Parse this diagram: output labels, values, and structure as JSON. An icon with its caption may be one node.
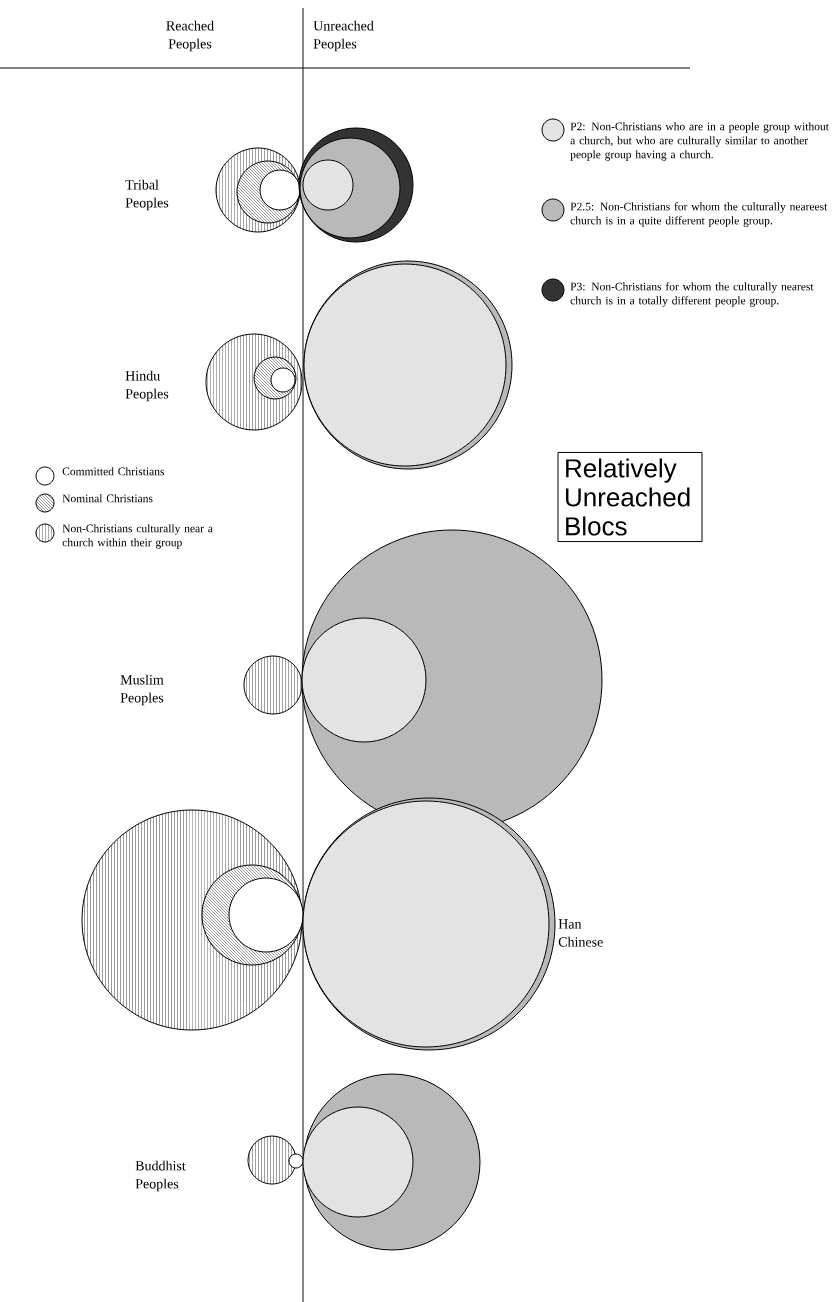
{
  "diagram": {
    "nodes": [
      {
        "text": [
          "Relatively Unreached Blocs"
        ]
      }
    ],
    "labels": [
      "Reached Peoples",
      "Unreached Peoples",
      "Tribal Peoples",
      "Hindu Peoples",
      "Muslim Peoples",
      "Han Chinese",
      "Buddhist Peoples"
    ],
    "legend": [
      {
        "text": "P2: Non-Christians who are in a people group without a church, but who are culturally similar to another people group having a church."
      },
      {
        "text": "P2.5: Non-Christians for whom the culturally neareest church is in a quite different people group."
      },
      {
        "text": "P3: Non-Christians for whom the culturally nearest church is in a totally different people group."
      },
      {
        "text": "Committed Christians"
      },
      {
        "text": "Nominal Christians"
      },
      {
        "text": "Non-Christians culturally near a church within their group"
      }
    ]
  }
}
